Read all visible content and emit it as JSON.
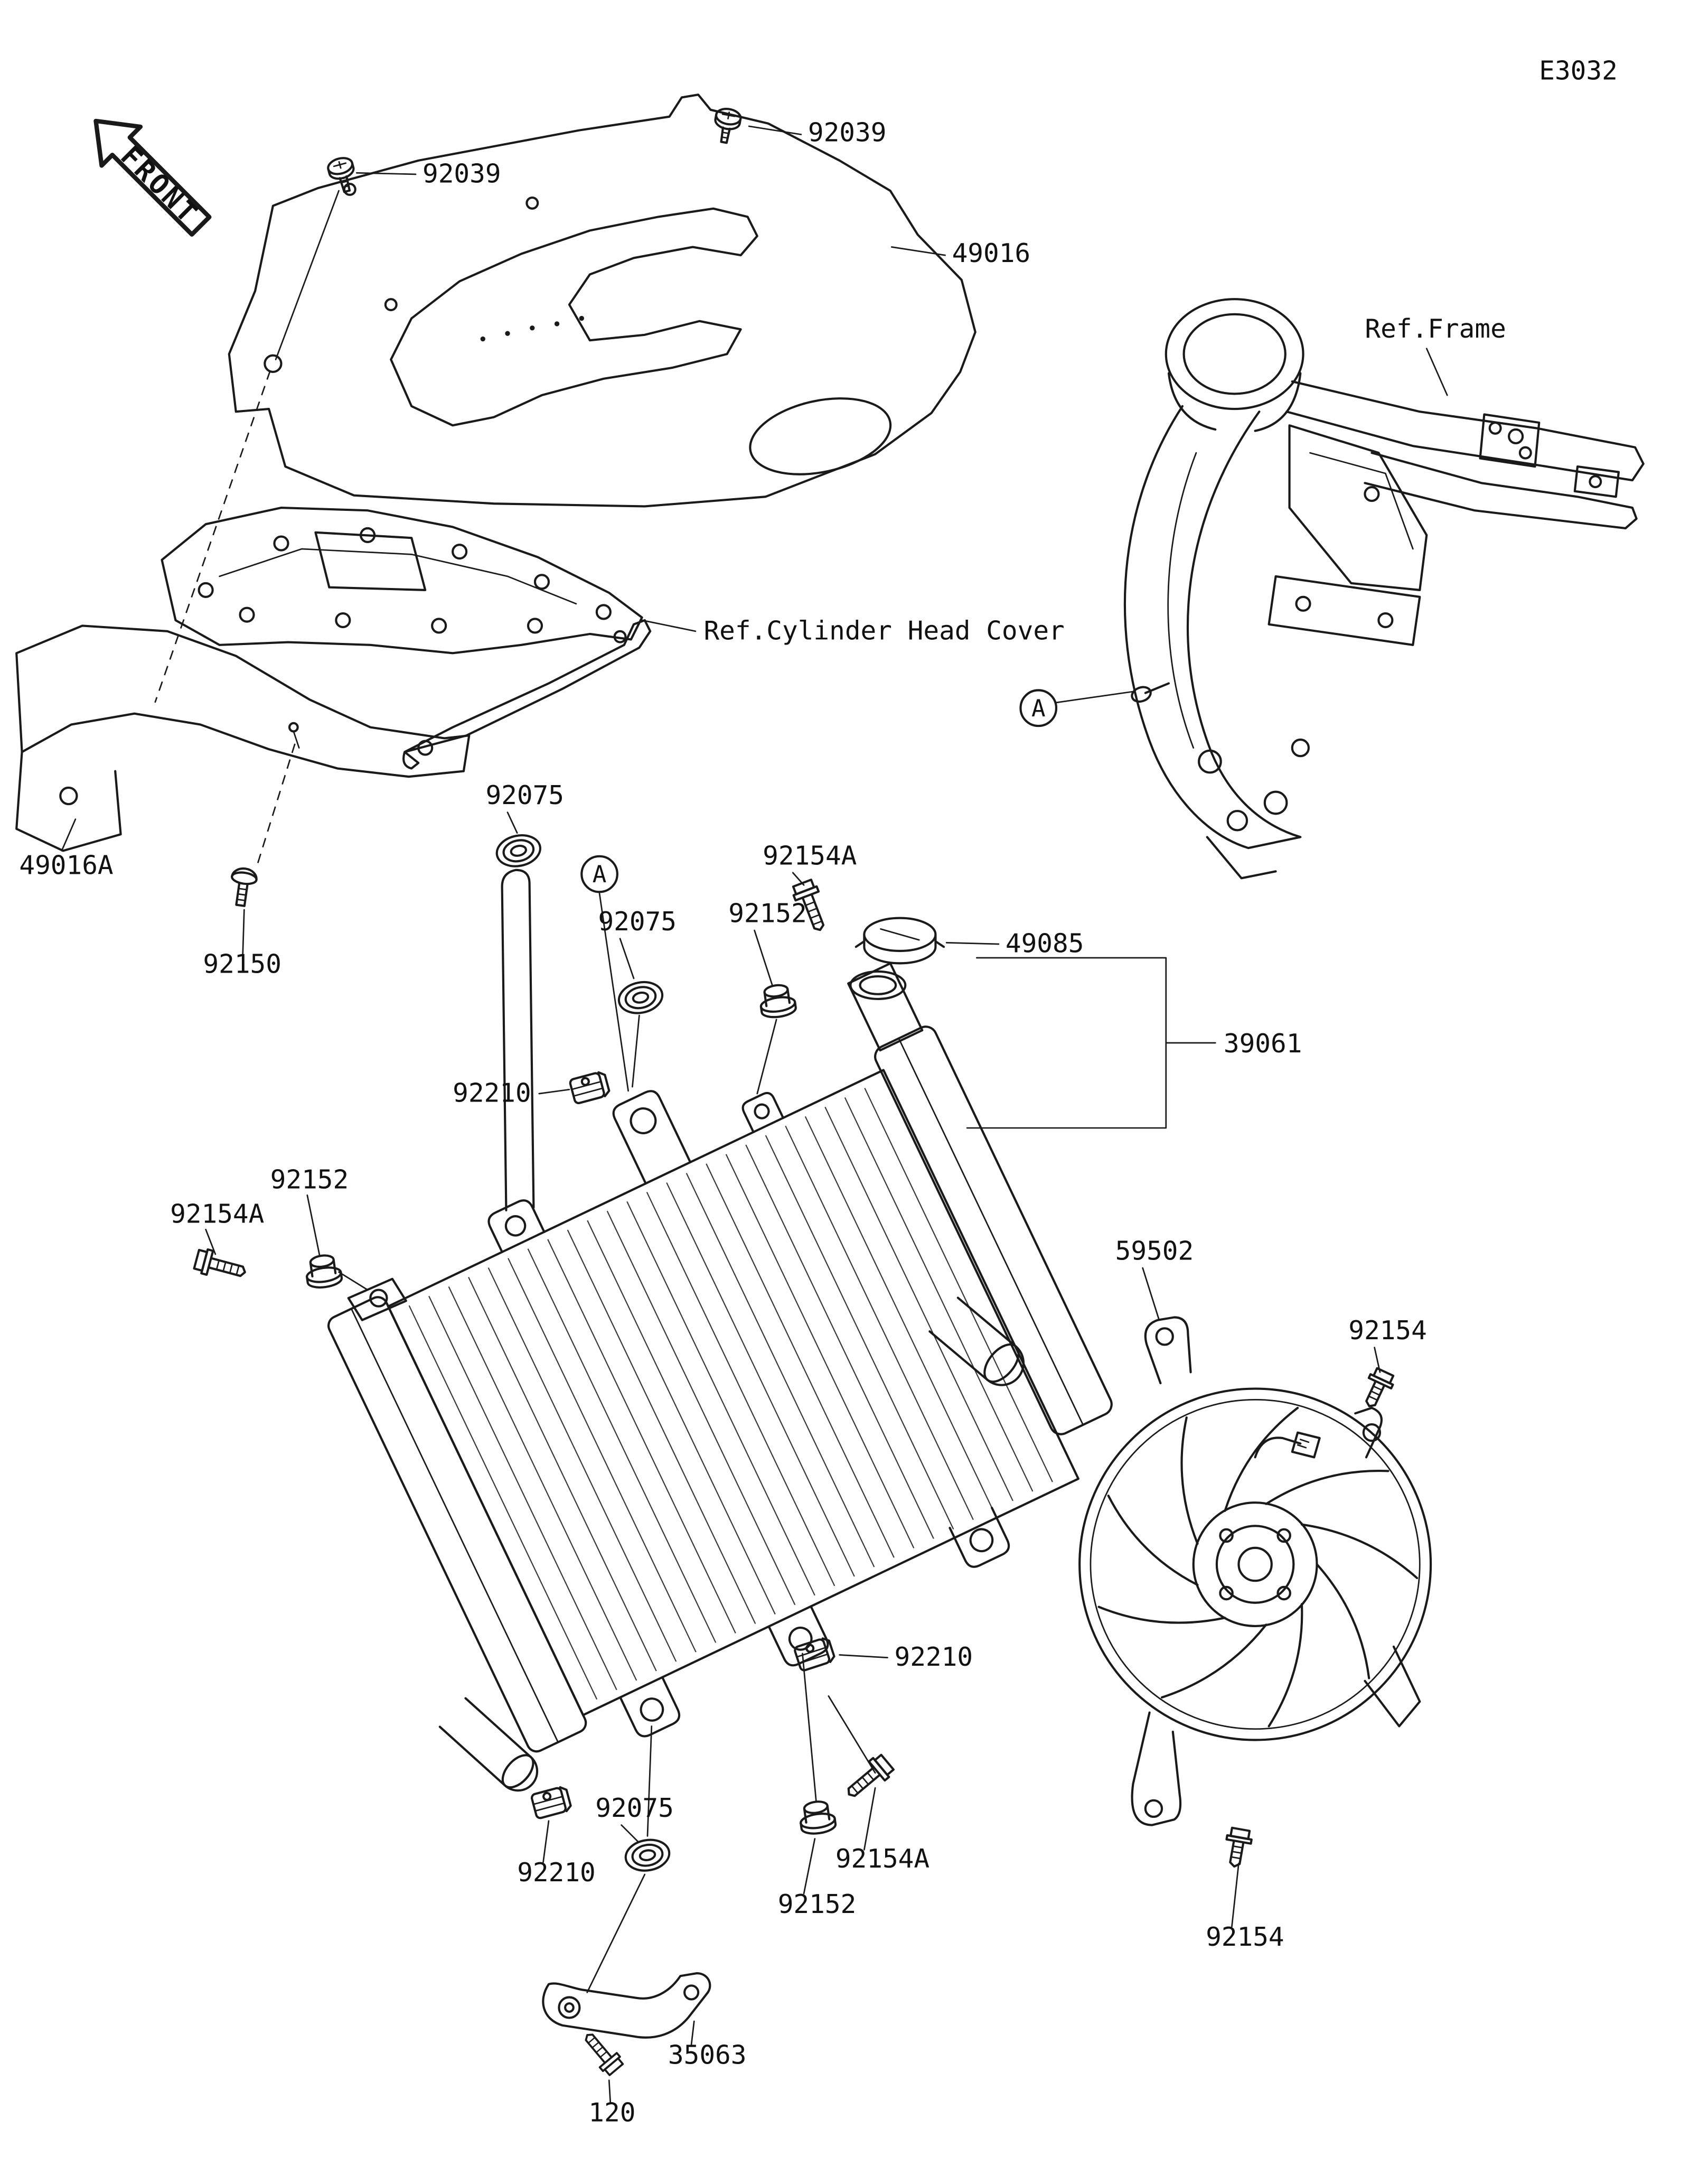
{
  "diagram_code": "E3032",
  "front_indicator": "FRONT",
  "detail_marker": "A",
  "colors": {
    "ink": "#1a1a1a",
    "background": "#ffffff"
  },
  "reference_labels": [
    {
      "text": "Ref.Frame"
    },
    {
      "text": "Ref.Cylinder Head Cover"
    }
  ],
  "part_labels": [
    {
      "text": "92039"
    },
    {
      "text": "92039"
    },
    {
      "text": "49016"
    },
    {
      "text": "49016A"
    },
    {
      "text": "92150"
    },
    {
      "text": "92075"
    },
    {
      "text": "92075"
    },
    {
      "text": "92154A"
    },
    {
      "text": "92152"
    },
    {
      "text": "49085"
    },
    {
      "text": "39061"
    },
    {
      "text": "92210"
    },
    {
      "text": "92152"
    },
    {
      "text": "92154A"
    },
    {
      "text": "59502"
    },
    {
      "text": "92154"
    },
    {
      "text": "92210"
    },
    {
      "text": "92075"
    },
    {
      "text": "92210"
    },
    {
      "text": "92154A"
    },
    {
      "text": "92152"
    },
    {
      "text": "92154"
    },
    {
      "text": "35063"
    },
    {
      "text": "120"
    }
  ]
}
